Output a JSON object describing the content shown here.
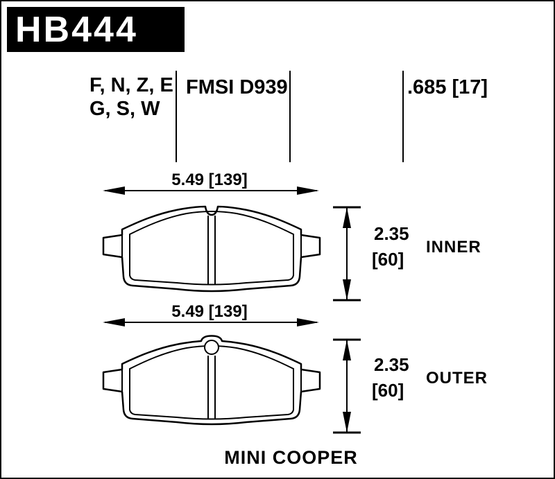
{
  "part_number": "HB444",
  "header": {
    "compounds_line1": "F, N, Z, E",
    "compounds_line2": "G, S, W",
    "fmsi": "FMSI D939",
    "thickness": ".685 [17]"
  },
  "inner_pad": {
    "width": "5.49 [139]",
    "height_in": "2.35",
    "height_mm": "[60]",
    "label": "INNER"
  },
  "outer_pad": {
    "width": "5.49 [139]",
    "height_in": "2.35",
    "height_mm": "[60]",
    "label": "OUTER"
  },
  "vehicle": "MINI COOPER",
  "colors": {
    "header_bg": "#000000",
    "ink": "#000000",
    "paper": "#ffffff"
  }
}
